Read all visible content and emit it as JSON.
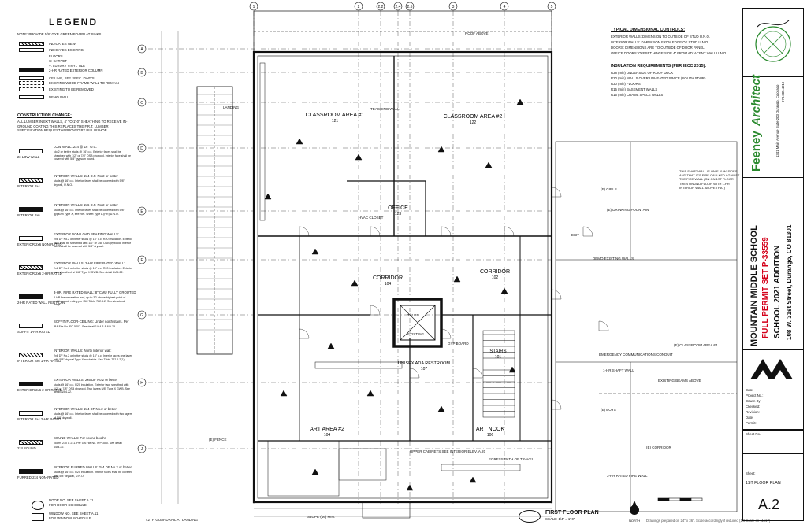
{
  "legend": {
    "title": "LEGEND",
    "note": "NOTE: PROVIDE 5/8\" GYP. GREEN BOARD AT SINKS.",
    "items": [
      {
        "label": "INDICATES NEW"
      },
      {
        "label": "INDICATES EXISTING"
      },
      {
        "label": "FLOORS"
      },
      {
        "label": "C: CARPET"
      },
      {
        "label": "V: LUXURY VINYL TILE"
      },
      {
        "label": "2-HR RATED EXTERIOR COLUMN"
      },
      {
        "label": "CEILING, SEE SPEC. DWG'S."
      },
      {
        "label": "EXISTING WOOD FRAME WALL TO REMAIN"
      },
      {
        "label": "EXISTING TO BE REMOVED"
      },
      {
        "label": "DEMO WALL"
      }
    ],
    "construction_heading": "CONSTRUCTION CHANGE:",
    "construction_text": "ALL LUMBER IN EXT WALLS, 4' TO 1'-0\" SHEATHING TO RECEIVE IN-GROUND COATING THIS REPLACES THE F.R.T. LUMBER SPECIFICATION REQUEST APPROVED BY BILL BISHOP",
    "wall_types": [
      {
        "tag": "2x LOW WALL",
        "text": "LOW WALL: 2x4 @ 16\" O.C.",
        "sub": "No.2 or better studs @ 16\" o.c. Exterior faces shall be sheathed with 1/2\" or 7/8\" OSB plywood. Interior face shall be covered with 5/8\" gypsum board."
      },
      {
        "tag": "INTERIOR 2x4",
        "text": "INTERIOR WALLS: 2x4 D.F. No.2 or better",
        "sub": "studs @ 16\" o.c. Interior faces shall be covered with 5/8\" drywall, U.N.O."
      },
      {
        "tag": "INTERIOR 2x6",
        "text": "INTERIOR WALLS: 2x6 D.F. No.2 or better",
        "sub": "studs @ 16\" o.c. Interior faces shall be covered with 5/8\" gypsum Type X, see Ref. Sheet Type A (HR) U.N.O."
      },
      {
        "tag": "EXTERIOR 2x6 NON-RATED",
        "text": "EXTERIOR NON-LOAD BEARING WALLS:",
        "sub": "2x6 DF No.2 or better studs @ 16\" o.c. R20 insulation. Exterior face shall be sheathed with 1/2\" or 7/8\" OSB plywood. Interior faces shall be covered with 5/8\" drywall."
      },
      {
        "tag": "EXTERIOR 2x6 2-HR RATED",
        "text": "EXTERIOR WALLS: 2-HR FIRE RATED WALL:",
        "sub": "2x6 DF No.2 or better studs @ 16\" o.c. R20 insulation. Exterior face sheathed w/ 5/8\" Type X GWB. See detail 5/A4.22."
      },
      {
        "tag": "2-HR RATED WALL PER PLAN",
        "text": "3-HR. FIRE RATED WALL: 8\" CMU FULLY GROUTED",
        "sub": "3-HR fire separation wall, up to 30' above highest point of existing roof; rating per IBC Table 722.3.2. See structural dwgs."
      },
      {
        "tag": "SOFFIT 1-HR RATED",
        "text": "SOFFIT/FLOOR-CEILING: Under north stairs. Per",
        "sub": "IBA File No. FC-5407. See detail 1/A4.3 & 6/A.25."
      },
      {
        "tag": "INTERIOR 2x6 1-HR RATED",
        "text": "INTERIOR WALLS: North Interior wall:",
        "sub": "2x6 DF No.2 or better studs @ 16\" o.c. Interior faces one layer with 5/8\" drywall Type X each side. See Table 722.6.2(1)."
      },
      {
        "tag": "EXTERIOR 2x6 2-HR RATED",
        "text": "EXTERIOR WALLS: 2x6 DF No.2 or better",
        "sub": "studs @ 16\" o.c. R20 insulation. Exterior face sheathed with 1/2\" or 7/8\" OSB plywood. Two layers 5/8\" Type X GWB. See detail 3/A4.22."
      },
      {
        "tag": "INTERIOR 2x4 2-HR RATED",
        "text": "INTERIOR WALLS: 2x4 DF No.2 or better",
        "sub": "studs @ 16\" o.c. Interior faces shall be covered with two layers of 5/8\" drywall."
      },
      {
        "tag": "2x4 SOUND",
        "text": "SOUND WALLS: For sound booths",
        "sub": "rooms 210 & 211. Per GA File No. WP1550. See detail 6/A4.22."
      },
      {
        "tag": "FURRED 2x4 NON-RATED",
        "text": "INTERIOR FURRED WALLS: 2x4 DF No.2 or better",
        "sub": "studs @ 16\" o.c. R20 insulation. Interior faces shall be covered with 5/8\" drywall, U.N.O."
      }
    ],
    "door_note": "DOOR NO. SEE SHEET A.11",
    "door_sub": "FOR DOOR SCHEDULE",
    "window_note": "WINDOW NO. SEE SHEET A.11",
    "window_sub": "FOR WINDOW SCHEDULE"
  },
  "notes": {
    "typical_heading": "TYPICAL DIMENSIONAL CONTROLS:",
    "typical_items": [
      "EXTERIOR WALLS: DIMENSION TO OUTSIDE OF STUD U.N.O.",
      "INTERIOR WALLS: DIMENSION FROM EDGE OF STUD U.N.O.",
      "DOORS: DIMENSIONS ARE TO OUTSIDE OF DOOR PANEL",
      "OFFICE DOORS: OFFSET HINGE SIDE 4\" FROM ADJACENT WALL U.N.O."
    ],
    "insulation_heading": "INSULATION REQUIREMENTS (PER IECC 2015):",
    "insulation_items": [
      "R38 (min)   UNDERSIDE OF ROOF DECK",
      "R20 (min)   WALLS OVER UNHEATED SPACE (SOUTH STAIR)",
      "R30 (min)   FLOORS",
      "R15 (min)   BASEMENT WALLS",
      "R15 (min)   CRAWL SPACE WALLS"
    ],
    "shaft_note": "THIS SHAFTWALL IS ON E. & W. SIDES, AND THAT IT'S FIRE CAULKED AGAINST THE FIRE WALL (ON ON 1ST FLOOR, THEN ON 2ND FLOOR WITH 1-HR INTERIOR WALL ABOVE THAT)"
  },
  "grid": {
    "columns": [
      "1",
      "2",
      "2.2",
      "2.4",
      "2.5",
      "3",
      "4",
      "5"
    ],
    "rows": [
      "A",
      "B",
      "C",
      "D",
      "E",
      "F",
      "G",
      "H",
      "J"
    ]
  },
  "rooms": [
    {
      "name": "CLASSROOM AREA #1",
      "num": "121"
    },
    {
      "name": "CLASSROOM AREA #2",
      "num": "122"
    },
    {
      "name": "OFFICE",
      "num": "123"
    },
    {
      "name": "CORRIDOR",
      "num": "104"
    },
    {
      "name": "CORRIDOR",
      "num": "102"
    },
    {
      "name": "UNISEX ADA RESTROOM",
      "num": "107"
    },
    {
      "name": "STAIRS",
      "num": "101"
    },
    {
      "name": "ART AREA #2",
      "num": "104"
    },
    {
      "name": "ART NOOK",
      "num": "106"
    }
  ],
  "labels": {
    "teaching_wall": "TEACHING WALL",
    "hvac_closet": "HVAC CLOSET",
    "elevator": "T/V F.S.",
    "elevator_sub": "EXISTING",
    "gyp_board": "GYP BOARD",
    "landing": "LANDING",
    "fence": "(E) FENCE",
    "girls": "(E) GIRLS",
    "boys": "(E) BOYS",
    "corridor_e": "(E) CORRIDOR",
    "classroom_e": "(E) CLASSROOM AREA #4",
    "fire_wall": "3-HR RATED FIRE WALL",
    "shaft_wall": "1-HR SHAFT WALL",
    "existing_beam": "EXISTING BEAMS ABOVE",
    "demo_existing": "DEMO EXISTING WALLS",
    "egress": "EGRESS PATH OF TRAVEL",
    "emergency": "EMERGENCY COMMUNICATIONS CONDUIT",
    "upper_cabinets": "UPPER CABINETS SEE INTERIOR ELEV. A.20",
    "drinking": "(E) DRINKING FOUNTAIN",
    "exit": "EXIT",
    "slope_plan": "SLOPE (16) MIN.",
    "roof_above": "ROOF ABOVE",
    "guardrail": "42\" H GUARDRAIL AT LANDING",
    "north": "NORTH"
  },
  "drawing_title": {
    "text": "FIRST FLOOR PLAN",
    "scale": "SCALE: 1/4\" = 1'-0\"",
    "footnote": "Drawings prepared on 24\" x 36\". Scale accordingly if reduced (1/8 Scale on 11x17)"
  },
  "titleblock": {
    "firm_name": "Feeney",
    "firm_name2": "Architect",
    "firm_addr": "1341 Main Avenue  Suite 203  Durango, Colorado",
    "firm_phone": "970.385.4219",
    "project": "MOUNTAIN MIDDLE SCHOOL",
    "permit": "FULL PERMIT SET P-33559",
    "project2": "SCHOOL 2021 ADDITION",
    "address": "108 W. 31st Street, Durango, CO 81301",
    "meta_labels": [
      "Date:",
      "Project No.:",
      "Drawn By:",
      "Checked:",
      "Revision:",
      "Date:",
      "Permit:"
    ],
    "sheet_num_label": "Sheet No.:",
    "sheet_title_label": "Sheet:",
    "sheet_title": "1ST FLOOR PLAN",
    "sheet_number": "A.2"
  },
  "colors": {
    "line": "#111111",
    "permit_red": "#d4001a",
    "firm_green": "#2a8a2e"
  }
}
